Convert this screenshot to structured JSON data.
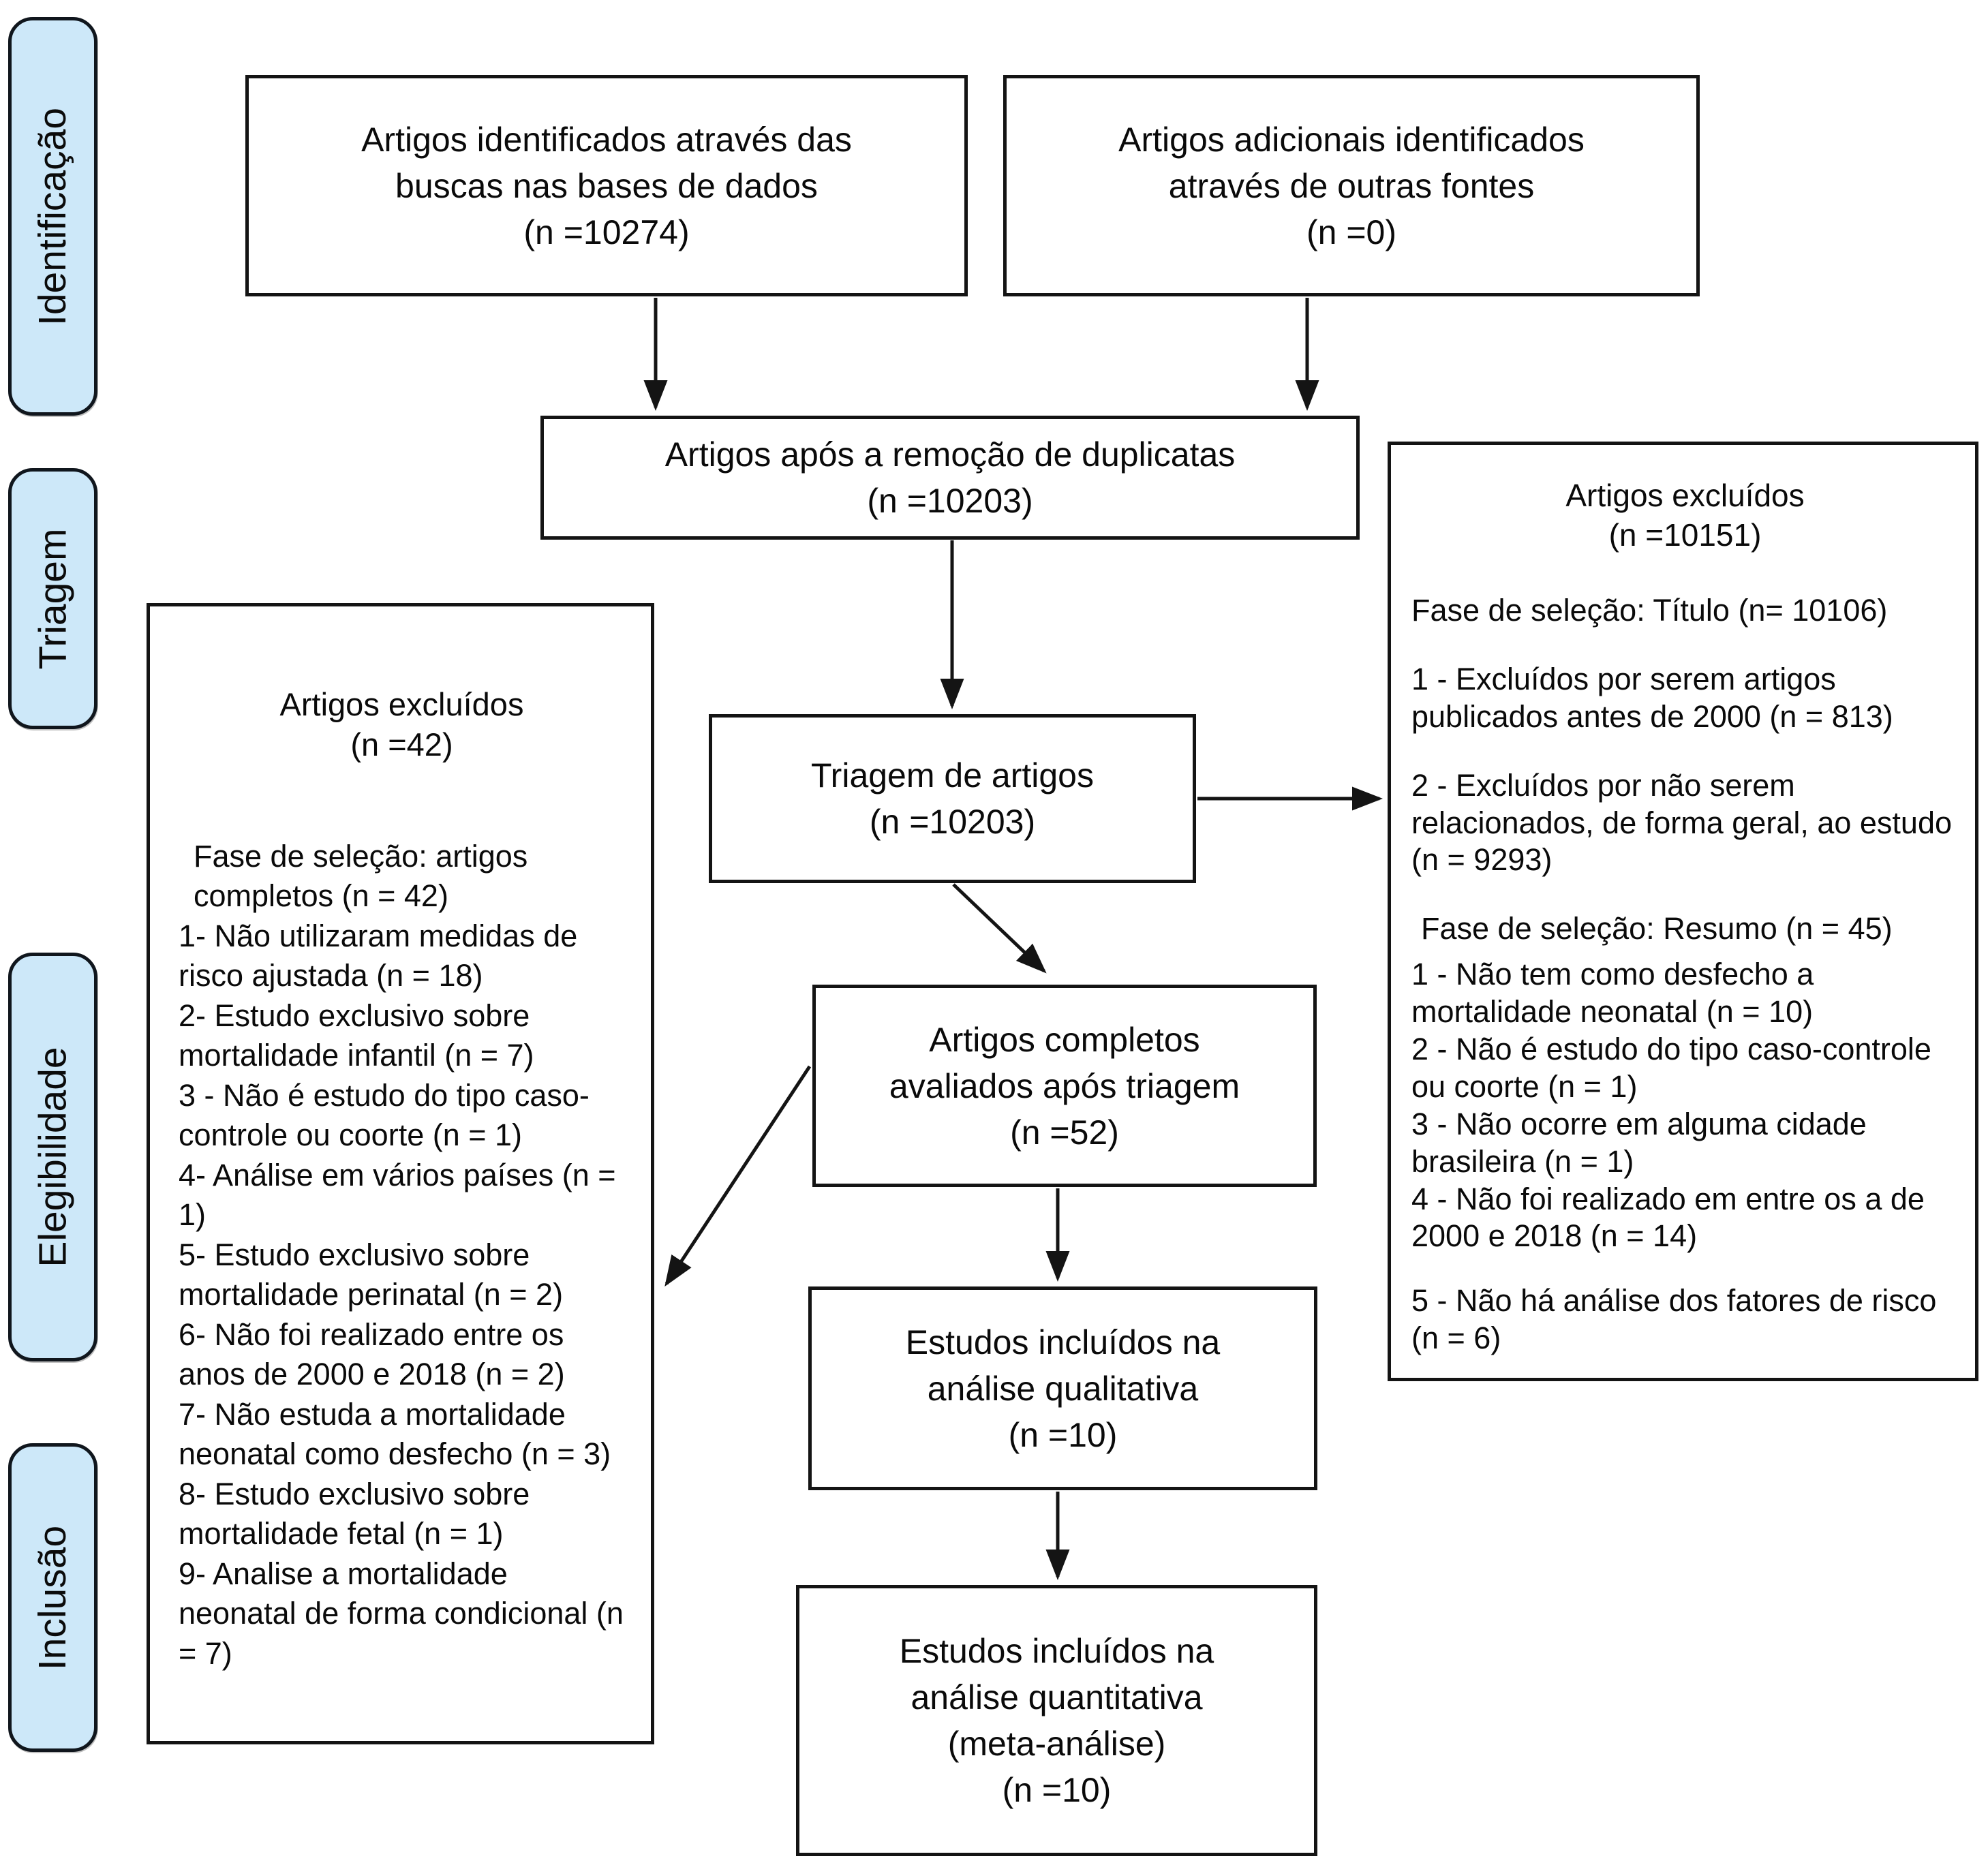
{
  "colors": {
    "stage_fill": "#cde8f9",
    "line": "#141414",
    "background": "#ffffff"
  },
  "sidebar": {
    "stages": [
      {
        "label": "Identificação"
      },
      {
        "label": "Triagem"
      },
      {
        "label": "Elegibilidade"
      },
      {
        "label": "Inclusão"
      }
    ]
  },
  "boxes": {
    "identified": "Artigos identificados através das\nbuscas nas bases de dados\n(n =10274)",
    "additional": "Artigos adicionais identificados\natravés de outras fontes\n(n =0)",
    "after_duplicates": "Artigos após a remoção de duplicatas\n(n =10203)",
    "screening": "Triagem de artigos\n(n =10203)",
    "fulltext_assessed": "Artigos completos\navaliados após triagem\n(n =52)",
    "qualitative": "Estudos incluídos na\nanálise qualitativa\n(n =10)",
    "quantitative": "Estudos incluídos na\nanálise quantitativa\n(meta-análise)\n(n =10)"
  },
  "left_exclusion": {
    "title": "Artigos excluídos\n(n =42)",
    "phase": "Fase de seleção: artigos\ncompletos (n = 42)",
    "items": [
      "1- Não utilizaram medidas de risco ajustada (n = 18)",
      "2- Estudo exclusivo sobre mortalidade infantil (n = 7)",
      "3 - Não é estudo do tipo caso-controle ou coorte (n = 1)",
      "4- Análise em vários países (n = 1)",
      "5- Estudo exclusivo sobre mortalidade perinatal (n = 2)",
      "6- Não foi realizado entre os anos de 2000 e 2018 (n = 2)",
      "7- Não estuda a mortalidade neonatal como desfecho (n = 3)",
      "8- Estudo exclusivo sobre mortalidade fetal (n = 1)",
      "9- Analise a mortalidade neonatal de forma condicional (n = 7)"
    ]
  },
  "right_exclusion": {
    "title": "Artigos excluídos\n(n =10151)",
    "phase1": "Fase de seleção:  Título (n= 10106)",
    "phase1_items": [
      "1 - Excluídos por serem artigos publicados antes de 2000 (n = 813)",
      "2 - Excluídos por não serem relacionados, de forma geral, ao estudo (n = 9293)"
    ],
    "phase2": "Fase de seleção: Resumo (n = 45)",
    "phase2_items": [
      "1 - Não tem como desfecho a mortalidade neonatal (n = 10)",
      "2 - Não é estudo do tipo caso-controle ou coorte (n = 1)",
      "3 - Não ocorre  em alguma cidade brasileira (n = 1)",
      "4 - Não foi realizado em entre os a de 2000 e 2018 (n = 14)",
      "5 - Não há análise dos fatores de risco (n = 6)"
    ]
  }
}
